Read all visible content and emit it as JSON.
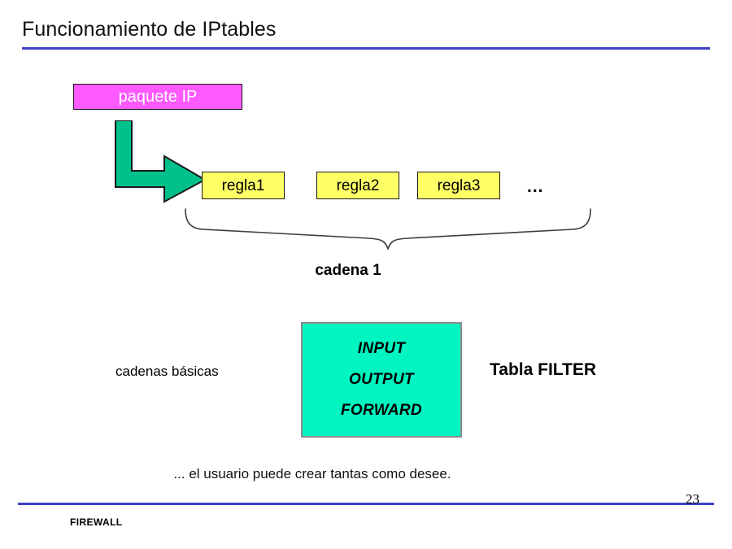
{
  "slide": {
    "title": "Funcionamiento de IPtables",
    "accent_color": "#4141c8",
    "background": "#ffffff"
  },
  "diagram": {
    "packet": {
      "label": "paquete IP",
      "fill": "#ff5aff",
      "text_color": "#ffffff",
      "shadow_color": "#808080"
    },
    "arrow": {
      "name": "elbow-arrow-down-right",
      "fill": "#00c08b",
      "stroke": "#1a1a1a"
    },
    "rules": [
      {
        "label": "regla1",
        "fill": "#ffff66"
      },
      {
        "label": "regla2",
        "fill": "#ffff66"
      },
      {
        "label": "regla3",
        "fill": "#ffff66"
      }
    ],
    "rules_ellipsis": "...",
    "brace_label": "cadena 1",
    "filter_table": {
      "fill": "#00f5c0",
      "border": "#8a8a8a",
      "chains": [
        "INPUT",
        "OUTPUT",
        "FORWARD"
      ]
    },
    "basic_chains_label": "cadenas básicas",
    "table_label": "Tabla FILTER",
    "note": "... el usuario puede crear tantas como desee."
  },
  "footer": {
    "text": "FIREWALL",
    "page_number": "23"
  }
}
